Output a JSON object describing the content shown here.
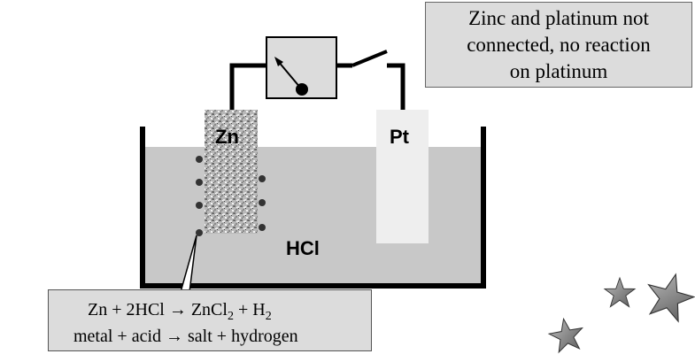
{
  "labels": {
    "zn": "Zn",
    "pt": "Pt",
    "hcl": "HCl"
  },
  "note": {
    "lines": [
      "Zinc and platinum not",
      "connected, no reaction",
      "on platinum"
    ]
  },
  "equation": {
    "zn": "Zn",
    "plus1": " + 2HCl ",
    "arrow1": "→",
    "zncl": " ZnCl",
    "zncl_sub": "2",
    "plus2": " + H",
    "h_sub": "2",
    "words": [
      "metal + acid ",
      "→",
      " salt + hydrogen"
    ]
  },
  "colors": {
    "solution": "#c8c8c8",
    "platinum": "#eeeeee",
    "box": "#dcdcdc",
    "outline": "#000000"
  },
  "icons": [
    "star-icon",
    "star-icon",
    "star-icon"
  ]
}
